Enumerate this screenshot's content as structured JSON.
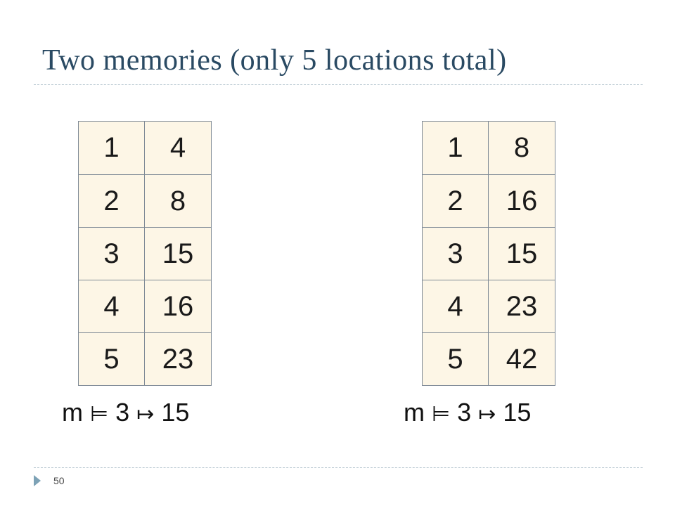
{
  "title": "Two memories (only 5 locations total)",
  "memories": [
    {
      "rows": [
        {
          "addr": "1",
          "val": "4"
        },
        {
          "addr": "2",
          "val": "8"
        },
        {
          "addr": "3",
          "val": "15"
        },
        {
          "addr": "4",
          "val": "16"
        },
        {
          "addr": "5",
          "val": "23"
        }
      ],
      "formula": {
        "m": "m",
        "models": "⊨",
        "loc": "3",
        "mapsto": "↦",
        "value": "15"
      }
    },
    {
      "rows": [
        {
          "addr": "1",
          "val": "8"
        },
        {
          "addr": "2",
          "val": "16"
        },
        {
          "addr": "3",
          "val": "15"
        },
        {
          "addr": "4",
          "val": "23"
        },
        {
          "addr": "5",
          "val": "42"
        }
      ],
      "formula": {
        "m": "m",
        "models": "⊨",
        "loc": "3",
        "mapsto": "↦",
        "value": "15"
      }
    }
  ],
  "footer": {
    "page_number": "50"
  }
}
